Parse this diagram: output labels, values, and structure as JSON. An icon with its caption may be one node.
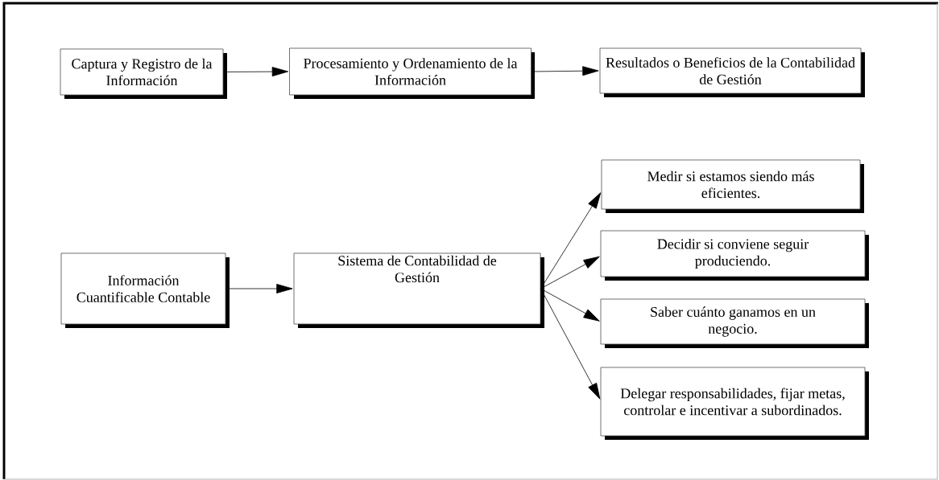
{
  "diagram": {
    "nodes": [
      {
        "text": [
          "Captura y Registro de la Información"
        ]
      },
      {
        "text": [
          "Procesamiento y Ordenamiento de la Información"
        ]
      },
      {
        "text": [
          "Resultados o Beneficios de la Contabilidad de Gestión"
        ]
      },
      {
        "text": [
          "Información Cuantificable Contable"
        ]
      },
      {
        "text": [
          "Sistema de Contabilidad de Gestión"
        ]
      },
      {
        "text": [
          "Medir si estamos siendo más eficientes."
        ]
      },
      {
        "text": [
          "Decidir si conviene seguir produciendo."
        ]
      },
      {
        "text": [
          "Saber cuánto ganamos en un negocio."
        ]
      },
      {
        "text": [
          "Delegar responsabilidades, fijar metas, controlar e incentivar a subordinados."
        ]
      }
    ],
    "edges": [
      {
        "from": 0,
        "to": 1,
        "arrow": "to"
      },
      {
        "from": 1,
        "to": 2,
        "arrow": "to"
      },
      {
        "from": 3,
        "to": 4,
        "arrow": "to"
      },
      {
        "from": 4,
        "to": 5,
        "arrow": "to"
      },
      {
        "from": 4,
        "to": 6,
        "arrow": "to"
      },
      {
        "from": 4,
        "to": 7,
        "arrow": "to"
      },
      {
        "from": 4,
        "to": 8,
        "arrow": "to"
      }
    ]
  }
}
